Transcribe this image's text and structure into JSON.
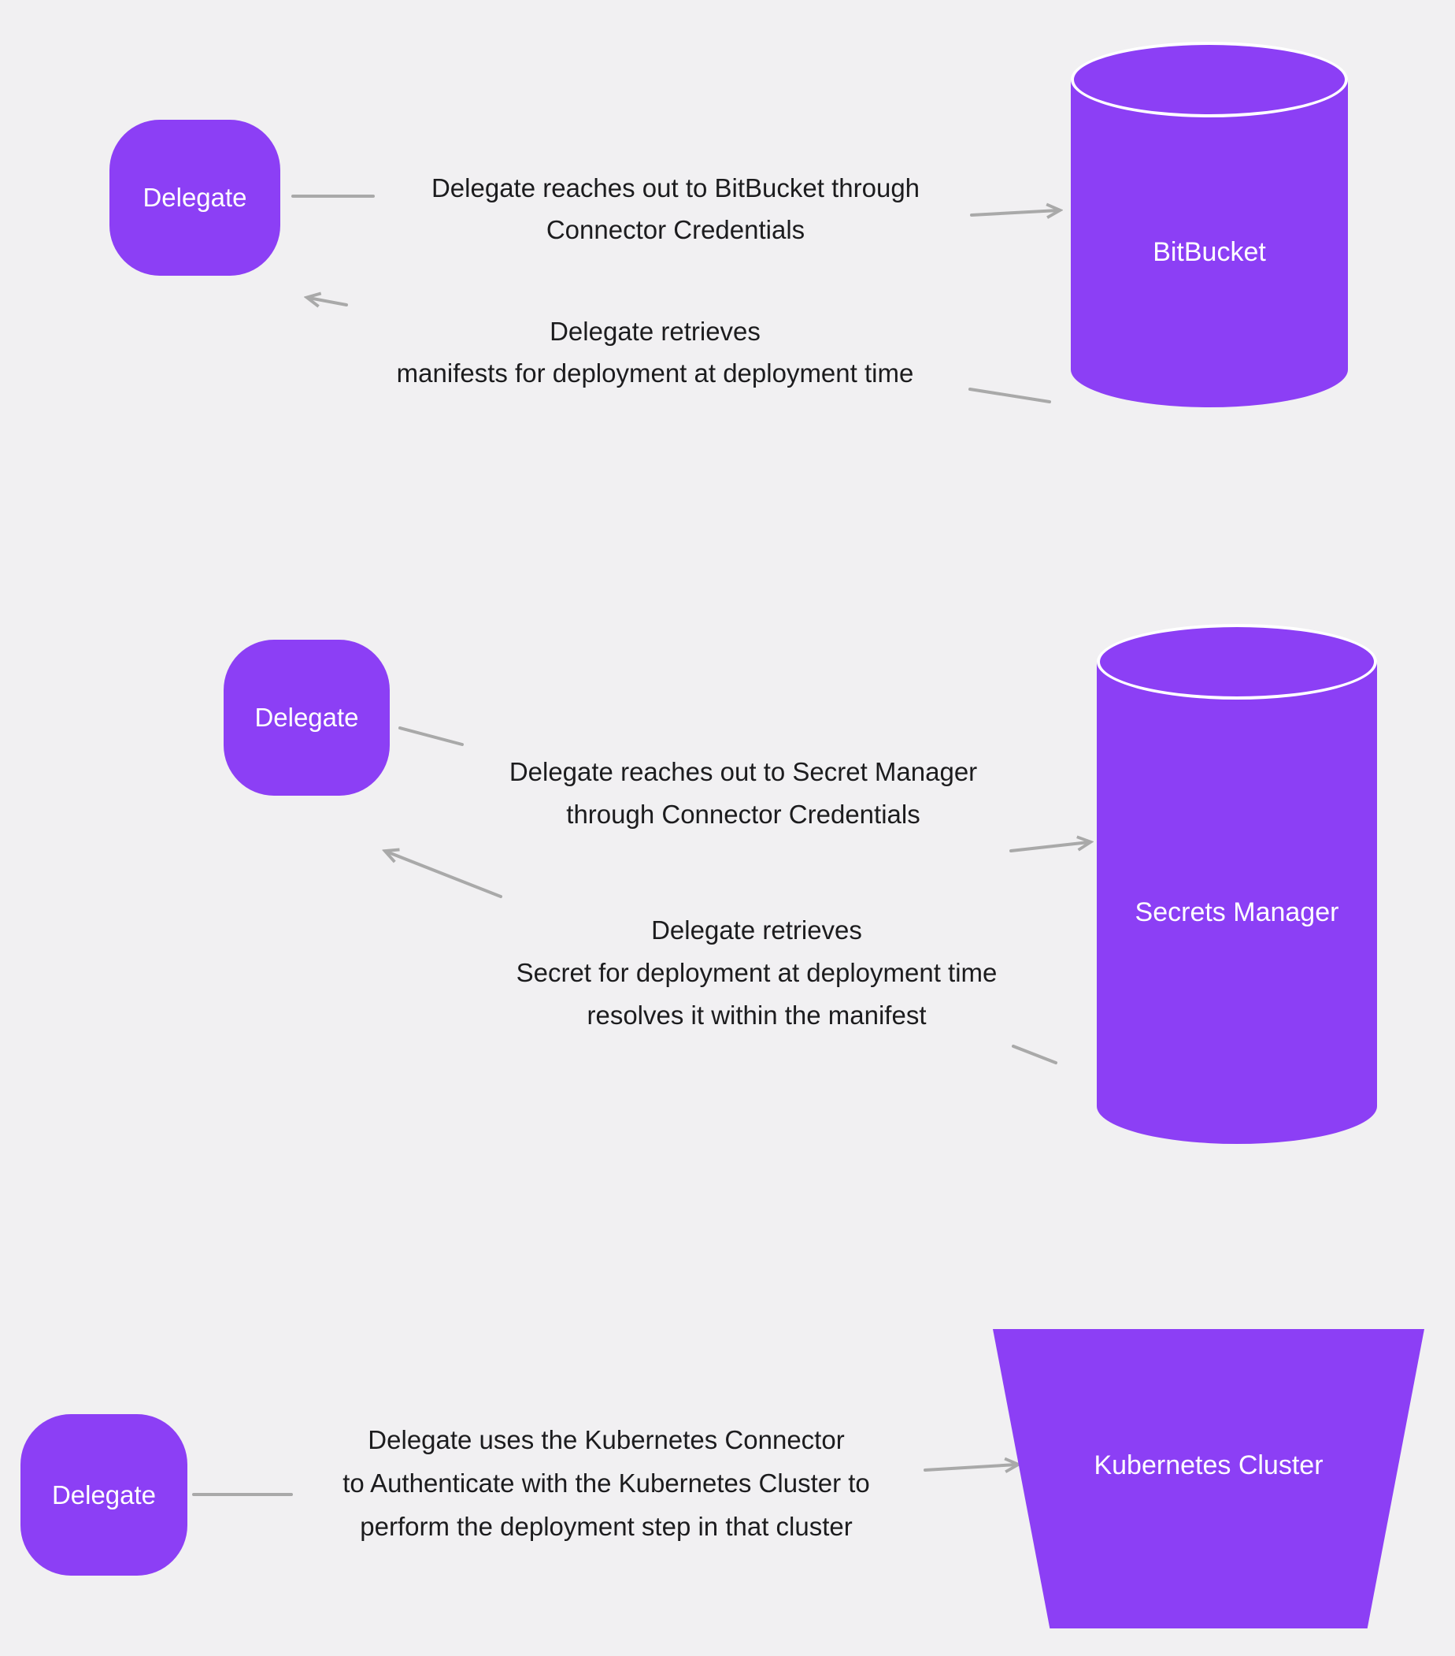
{
  "colors": {
    "background": "#f1f0f2",
    "purple": "#8c3ff5",
    "line": "#a9a9a9",
    "text": "#1c1c1e",
    "label": "#ffffff"
  },
  "sections": [
    {
      "delegate_label": "Delegate",
      "target": {
        "label": "BitBucket",
        "shape": "cylinder"
      },
      "forward_text": [
        "Delegate reaches out to BitBucket through",
        "Connector Credentials"
      ],
      "return_text": [
        "Delegate retrieves",
        "manifests for deployment at deployment time"
      ]
    },
    {
      "delegate_label": "Delegate",
      "target": {
        "label": "Secrets Manager",
        "shape": "cylinder"
      },
      "forward_text": [
        "Delegate reaches out to Secret Manager",
        "through Connector Credentials"
      ],
      "return_text": [
        "Delegate retrieves",
        "Secret for deployment at deployment time",
        "resolves it within the manifest"
      ]
    },
    {
      "delegate_label": "Delegate",
      "target": {
        "label": "Kubernetes Cluster",
        "shape": "trapezoid"
      },
      "forward_text": [
        "Delegate uses the Kubernetes Connector",
        "to Authenticate with the Kubernetes Cluster to",
        "perform the deployment step in that cluster"
      ]
    }
  ]
}
